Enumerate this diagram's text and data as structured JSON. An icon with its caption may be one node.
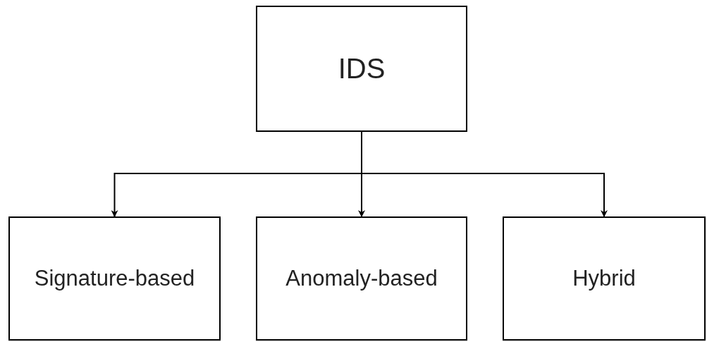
{
  "diagram": {
    "nodes": [
      {
        "text": [
          "IDS"
        ]
      },
      {
        "text": [
          "Signature-based"
        ]
      },
      {
        "text": [
          "Anomaly-based"
        ]
      },
      {
        "text": [
          "Hybrid"
        ]
      }
    ],
    "edges": [
      {
        "from": 0,
        "to": 1,
        "arrow": "to"
      },
      {
        "from": 0,
        "to": 2,
        "arrow": "to"
      },
      {
        "from": 0,
        "to": 3,
        "arrow": "to"
      }
    ]
  }
}
